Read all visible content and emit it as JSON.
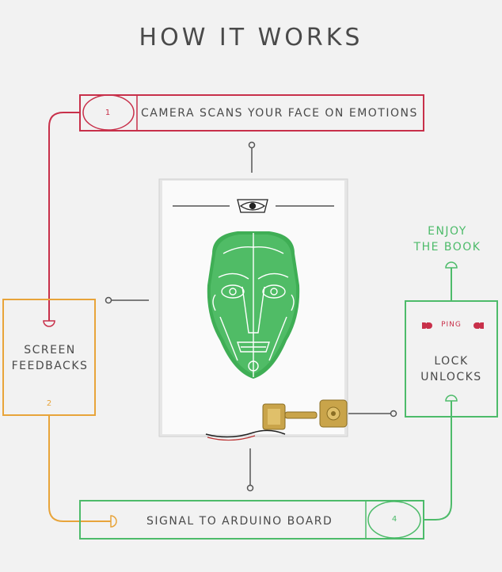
{
  "title": "HOW IT WORKS",
  "steps": {
    "camera": {
      "number": "1",
      "text": "CAMERA SCANS YOUR FACE ON EMOTIONS"
    },
    "screen": {
      "number": "2",
      "line1": "SCREEN",
      "line2": "FEEDBACKS"
    },
    "signal": {
      "text": "SIGNAL TO ARDUINO BOARD"
    },
    "lock": {
      "number": "4",
      "ping": "PING",
      "line1": "LOCK",
      "line2": "UNLOCKS"
    }
  },
  "enjoy": {
    "line1": "ENJOY",
    "line2": "THE BOOK"
  },
  "colors": {
    "red": "#c8304a",
    "orange": "#e8a43a",
    "green": "#4dbb6a",
    "gray": "#4a4a4a",
    "face_green": "#3fae55"
  },
  "icons": [
    "eye-icon",
    "face-mask-illustration",
    "brass-lock-illustration"
  ]
}
